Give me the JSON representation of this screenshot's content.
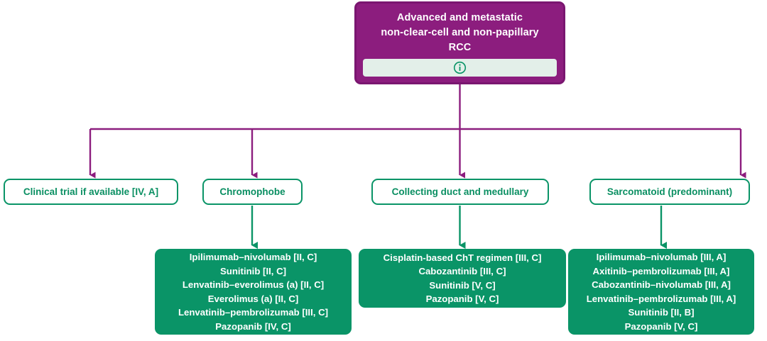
{
  "diagram": {
    "title": "Advanced and metastatic non-clear-cell and non-papillary RCC treatment algorithm",
    "colors": {
      "purple": "#8C1D7E",
      "purple_border": "#7A1670",
      "green": "#0A9467",
      "green_text": "#0A8F62",
      "info_bar_bg": "#E3EFE9",
      "white": "#FFFFFF"
    },
    "root": {
      "title_lines": [
        "Advanced and metastatic",
        "non-clear-cell and non-papillary",
        "RCC"
      ],
      "title_text": "Advanced and metastatic non-clear-cell and non-papillary RCC",
      "info_icon": "info-circle-icon"
    },
    "categories": [
      {
        "label": "Clinical trial if available [IV, A]"
      },
      {
        "label": "Chromophobe"
      },
      {
        "label": "Collecting duct and medullary"
      },
      {
        "label": "Sarcomatoid (predominant)"
      }
    ],
    "treatments": [
      {
        "for": "Chromophobe",
        "lines": [
          "Ipilimumab–nivolumab [II, C]",
          "Sunitinib [II, C]",
          "Lenvatinib–everolimus (a) [II, C]",
          "Everolimus (a) [II, C]",
          "Lenvatinib–pembrolizumab [III, C]",
          "Pazopanib [IV, C]"
        ]
      },
      {
        "for": "Collecting duct and medullary",
        "lines": [
          "Cisplatin-based ChT regimen [III, C]",
          "Cabozantinib [III, C]",
          "Sunitinib [V, C]",
          "Pazopanib [V, C]"
        ]
      },
      {
        "for": "Sarcomatoid (predominant)",
        "lines": [
          "Ipilimumab–nivolumab [III, A]",
          "Axitinib–pembrolizumab [III, A]",
          "Cabozantinib–nivolumab [III, A]",
          "Lenvatinib–pembrolizumab [III, A]",
          "Sunitinib [II, B]",
          "Pazopanib [V, C]"
        ]
      }
    ]
  }
}
